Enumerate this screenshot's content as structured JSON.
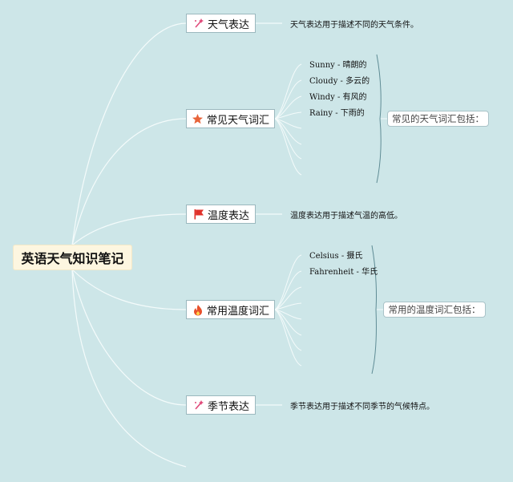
{
  "root": {
    "label": "英语天气知识笔记"
  },
  "nodes": {
    "weather_expr": {
      "label": "天气表达",
      "icon": "magic-wand-icon",
      "desc": "天气表达用于描述不同的天气条件。"
    },
    "weather_vocab": {
      "label": "常见天气词汇",
      "icon": "star-icon",
      "items": [
        "Sunny - 晴朗的",
        "Cloudy - 多云的",
        "Windy - 有风的",
        "Rainy - 下雨的"
      ],
      "summary": "常见的天气词汇包括："
    },
    "temp_expr": {
      "label": "温度表达",
      "icon": "flag-icon",
      "desc": "温度表达用于描述气温的高低。"
    },
    "temp_vocab": {
      "label": "常用温度词汇",
      "icon": "fire-icon",
      "items": [
        "Celsius - 摄氏",
        "Fahrenheit - 华氏"
      ],
      "summary": "常用的温度词汇包括："
    },
    "season_expr": {
      "label": "季节表达",
      "icon": "magic-wand-icon",
      "desc": "季节表达用于描述不同季节的气候特点。"
    }
  },
  "colors": {
    "background": "#cde6e8",
    "connector": "#f4fbfb",
    "bracket": "#5f8c95",
    "star": "#e8643a",
    "flag": "#e0322b",
    "fire": "#e8502a",
    "wand": "#e04a7a"
  }
}
